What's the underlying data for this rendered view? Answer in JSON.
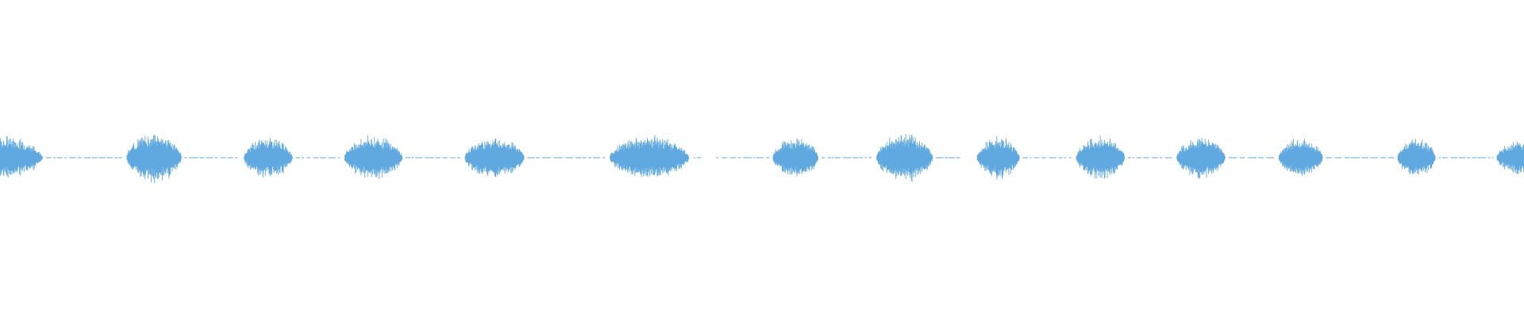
{
  "waveform": {
    "color": "#5fa8e0",
    "baseline_color": "#5fa8e0",
    "duration_fraction_segments": [
      {
        "start": 0.0,
        "end": 0.028,
        "amplitude": 0.62
      },
      {
        "start": 0.083,
        "end": 0.119,
        "amplitude": 0.7
      },
      {
        "start": 0.16,
        "end": 0.192,
        "amplitude": 0.58
      },
      {
        "start": 0.226,
        "end": 0.264,
        "amplitude": 0.62
      },
      {
        "start": 0.305,
        "end": 0.344,
        "amplitude": 0.6
      },
      {
        "start": 0.4,
        "end": 0.452,
        "amplitude": 0.62
      },
      {
        "start": 0.507,
        "end": 0.537,
        "amplitude": 0.58
      },
      {
        "start": 0.575,
        "end": 0.612,
        "amplitude": 0.68
      },
      {
        "start": 0.641,
        "end": 0.669,
        "amplitude": 0.58
      },
      {
        "start": 0.706,
        "end": 0.738,
        "amplitude": 0.6
      },
      {
        "start": 0.772,
        "end": 0.804,
        "amplitude": 0.6
      },
      {
        "start": 0.839,
        "end": 0.868,
        "amplitude": 0.56
      },
      {
        "start": 0.917,
        "end": 0.942,
        "amplitude": 0.56
      },
      {
        "start": 0.982,
        "end": 1.0,
        "amplitude": 0.5
      }
    ],
    "quiet_dashes": [
      {
        "start": 0.03,
        "end": 0.08
      },
      {
        "start": 0.121,
        "end": 0.157
      },
      {
        "start": 0.194,
        "end": 0.223
      },
      {
        "start": 0.266,
        "end": 0.302
      },
      {
        "start": 0.346,
        "end": 0.397
      },
      {
        "start": 0.455,
        "end": 0.46
      },
      {
        "start": 0.47,
        "end": 0.505
      },
      {
        "start": 0.539,
        "end": 0.572
      },
      {
        "start": 0.614,
        "end": 0.63
      },
      {
        "start": 0.671,
        "end": 0.703
      },
      {
        "start": 0.74,
        "end": 0.77
      },
      {
        "start": 0.806,
        "end": 0.836
      },
      {
        "start": 0.87,
        "end": 0.915
      },
      {
        "start": 0.944,
        "end": 0.98
      }
    ]
  }
}
